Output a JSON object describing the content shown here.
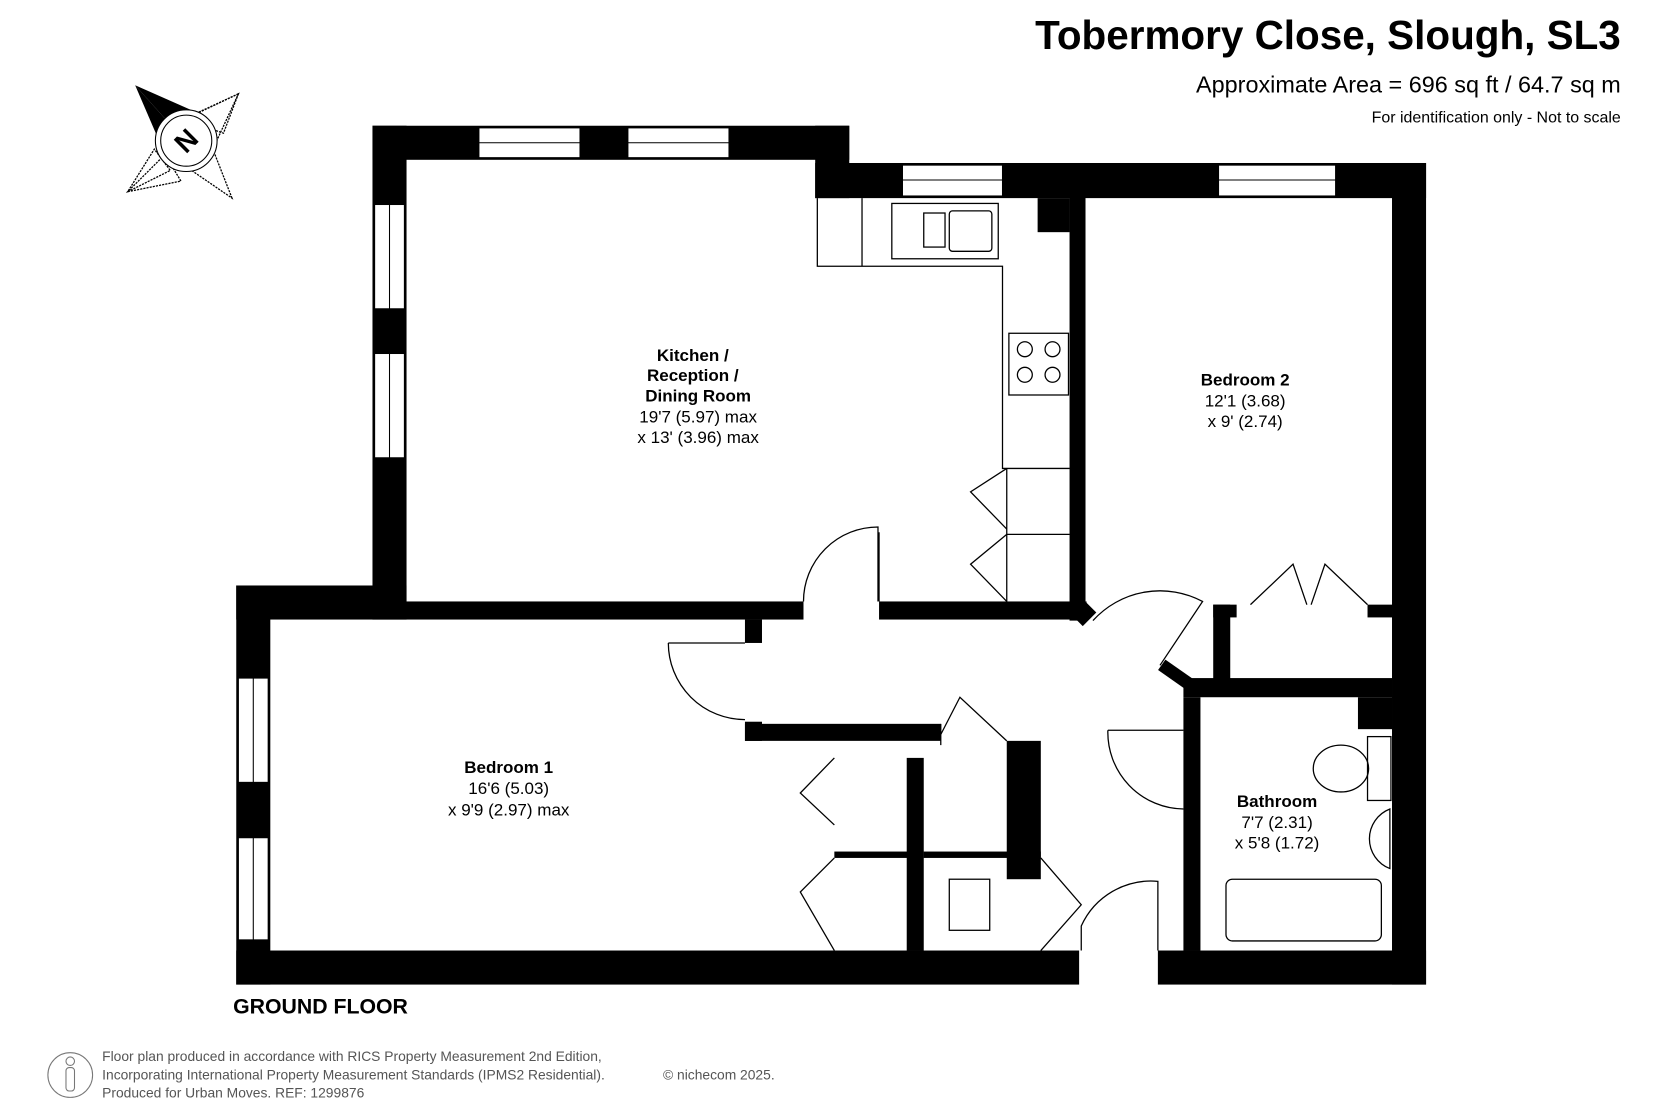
{
  "header": {
    "title": "Tobermory Close, Slough, SL3",
    "area": "Approximate Area = 696 sq ft / 64.7 sq m",
    "disclaimer": "For identification only - Not to scale"
  },
  "compass": {
    "label": "N"
  },
  "rooms": [
    {
      "name": "Kitchen /",
      "name2": "Reception /",
      "name3": "Dining Room",
      "dim1": "19'7 (5.97) max",
      "dim2": "x 13' (3.96) max"
    },
    {
      "name": "Bedroom 2",
      "dim1": "12'1 (3.68)",
      "dim2": "x 9' (2.74)"
    },
    {
      "name": "Bedroom 1",
      "dim1": "16'6 (5.03)",
      "dim2": "x 9'9 (2.97) max"
    },
    {
      "name": "Bathroom",
      "dim1": "7'7 (2.31)",
      "dim2": "x 5'8 (1.72)"
    }
  ],
  "floor_label": "GROUND FLOOR",
  "footer": {
    "line1": "Floor plan produced in accordance with RICS Property Measurement 2nd Edition,",
    "line2": "Incorporating International Property Measurement Standards (IPMS2 Residential).",
    "copyright": "© nichecom 2025.",
    "line3": "Produced for Urban Moves.   REF: 1299876"
  }
}
